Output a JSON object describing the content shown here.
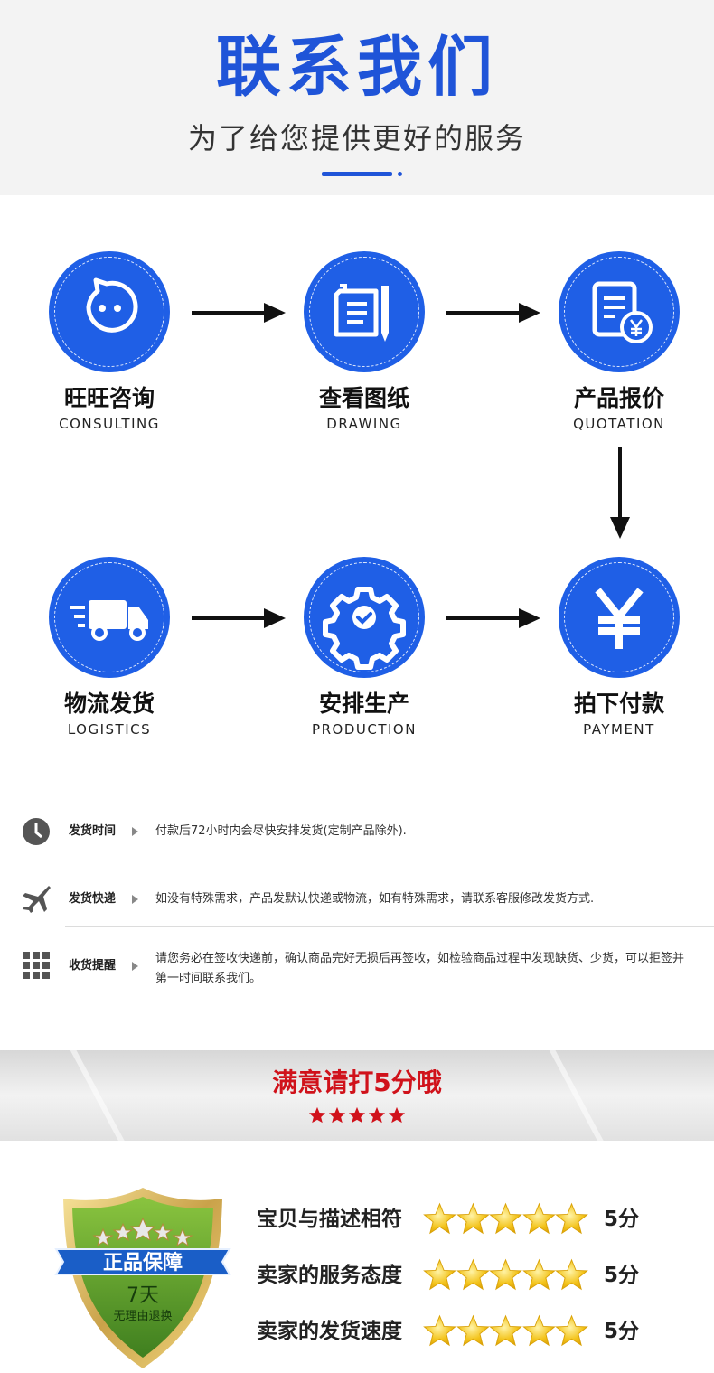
{
  "header": {
    "title": "联系我们",
    "subtitle": "为了给您提供更好的服务",
    "accent_color": "#1f54d8"
  },
  "process": {
    "circle_color": "#1f5fe6",
    "steps": [
      {
        "cn": "旺旺咨询",
        "en": "CONSULTING",
        "icon": "chat-face-icon"
      },
      {
        "cn": "查看图纸",
        "en": "DRAWING",
        "icon": "document-pen-icon"
      },
      {
        "cn": "产品报价",
        "en": "QUOTATION",
        "icon": "invoice-yen-icon"
      },
      {
        "cn": "拍下付款",
        "en": "PAYMENT",
        "icon": "yen-icon"
      },
      {
        "cn": "安排生产",
        "en": "PRODUCTION",
        "icon": "gear-check-icon"
      },
      {
        "cn": "物流发货",
        "en": "LOGISTICS",
        "icon": "delivery-truck-icon"
      }
    ]
  },
  "shipping": [
    {
      "label": "发货时间",
      "icon": "clock-icon",
      "text": "付款后72小时内会尽快安排发货(定制产品除外)."
    },
    {
      "label": "发货快递",
      "icon": "airplane-icon",
      "text": "如没有特殊需求，产品发默认快递或物流，如有特殊需求，请联系客服修改发货方式."
    },
    {
      "label": "收货提醒",
      "icon": "grid-icon",
      "text": "请您务必在签收快递前，确认商品完好无损后再签收，如检验商品过程中发现缺货、少货，可以拒签并第一时间联系我们。"
    }
  ],
  "rating_banner": {
    "title": "满意请打5分哦",
    "stars": 5,
    "title_color": "#d0121b"
  },
  "guarantee": {
    "badge_title": "正品保障",
    "badge_days": "7天",
    "badge_text": "无理由退换",
    "scores": [
      {
        "label": "宝贝与描述相符",
        "stars": 5,
        "value": "5分"
      },
      {
        "label": "卖家的服务态度",
        "stars": 5,
        "value": "5分"
      },
      {
        "label": "卖家的发货速度",
        "stars": 5,
        "value": "5分"
      }
    ]
  }
}
